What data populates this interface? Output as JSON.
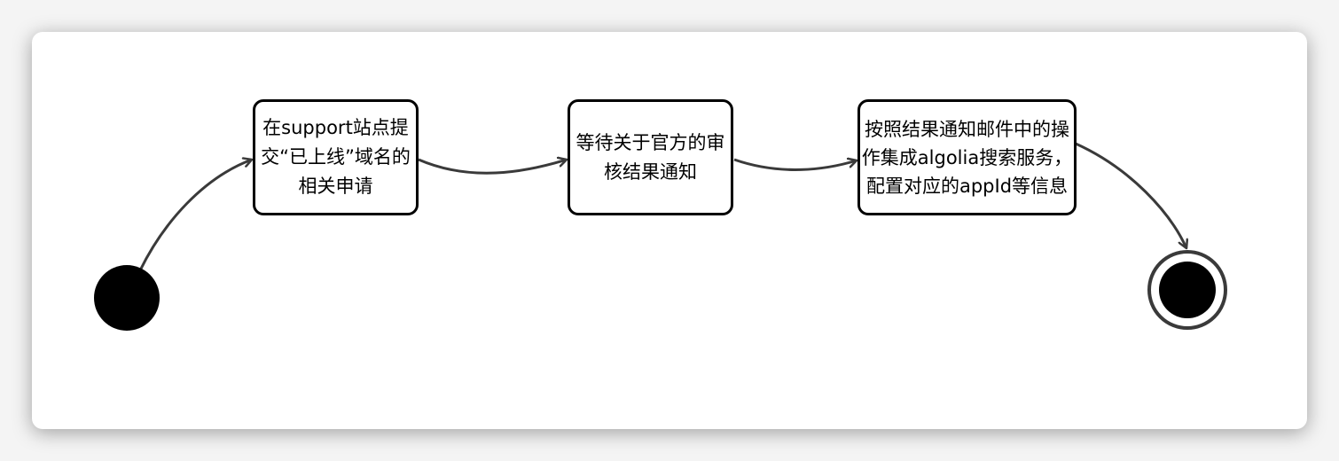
{
  "diagram": {
    "type": "uml-activity",
    "start": {
      "label": ""
    },
    "end": {
      "label": ""
    },
    "steps": [
      {
        "id": "step1",
        "text": "在support站点提交“已上线”域名的相关申请"
      },
      {
        "id": "step2",
        "text": "等待关于官方的审核结果通知"
      },
      {
        "id": "step3",
        "text": "按照结果通知邮件中的操作集成algolia搜索服务，配置对应的appId等信息"
      }
    ],
    "edges": [
      {
        "from": "start",
        "to": "step1"
      },
      {
        "from": "step1",
        "to": "step2"
      },
      {
        "from": "step2",
        "to": "step3"
      },
      {
        "from": "step3",
        "to": "end"
      }
    ],
    "colors": {
      "stroke": "#000000",
      "arrow": "#3a3a3a",
      "fill": "#ffffff"
    }
  }
}
